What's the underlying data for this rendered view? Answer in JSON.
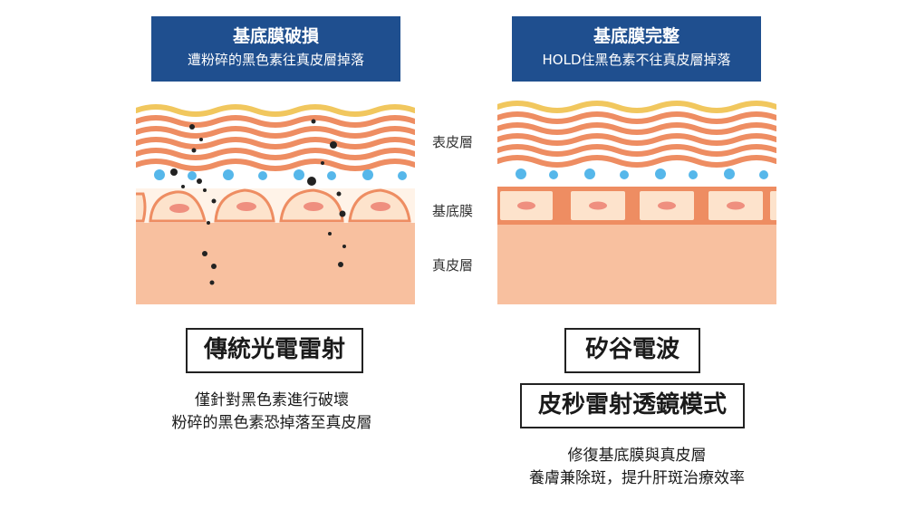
{
  "left": {
    "header_title": "基底膜破損",
    "header_subtitle": "遭粉碎的黑色素往真皮層掉落",
    "method": "傳統光電雷射",
    "desc_lines": [
      "僅針對黑色素進行破壞",
      "粉碎的黑色素恐掉落至真皮層"
    ]
  },
  "right": {
    "header_title": "基底膜完整",
    "header_subtitle": "HOLD住黑色素不往真皮層掉落",
    "method": "矽谷電波",
    "mode": "皮秒雷射透鏡模式",
    "desc_lines": [
      "修復基底膜與真皮層",
      "養膚兼除斑，提升肝斑治療效率"
    ]
  },
  "layer_labels": {
    "epidermis": "表皮層",
    "basement_membrane": "基底膜",
    "dermis": "真皮層"
  },
  "colors": {
    "header_bg": "#1f4f8f",
    "wave_orange": "#ee8d62",
    "wave_yellow": "#f1c75e",
    "dot_blue": "#56b7ea",
    "cell_fill": "#fde3cc",
    "nucleus": "#ef8f7f",
    "dermis": "#f8c09f",
    "melanin": "#222222"
  }
}
